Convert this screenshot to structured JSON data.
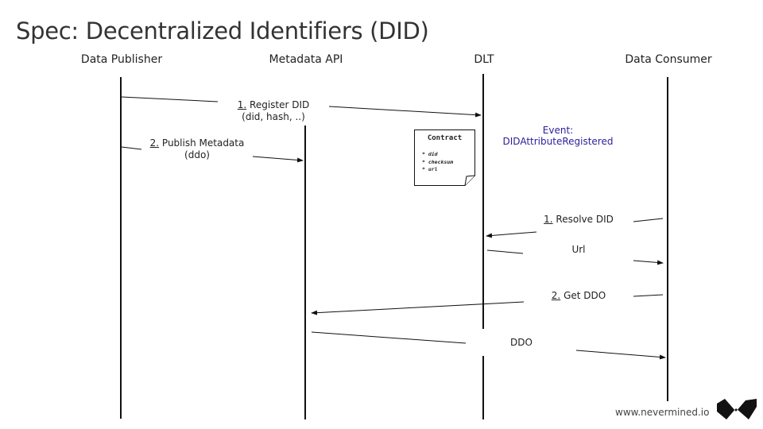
{
  "title": "Spec: Decentralized Identifiers (DID)",
  "actors": [
    {
      "id": "publisher",
      "label": "Data Publisher"
    },
    {
      "id": "metadata",
      "label": "Metadata API"
    },
    {
      "id": "dlt",
      "label": "DLT"
    },
    {
      "id": "consumer",
      "label": "Data Consumer"
    }
  ],
  "messages": {
    "register_did": {
      "num": "1.",
      "label": "Register DID",
      "detail": "(did, hash, ..)"
    },
    "publish_metadata": {
      "num": "2.",
      "label": "Publish Metadata",
      "detail": "(ddo)"
    },
    "resolve_did": {
      "num": "1.",
      "label": "Resolve DID"
    },
    "url": {
      "label": "Url"
    },
    "get_ddo": {
      "num": "2.",
      "label": "Get DDO"
    },
    "ddo": {
      "label": "DDO"
    }
  },
  "event": {
    "line1": "Event:",
    "line2": "DIDAttributeRegistered",
    "color": "#2b1d9b"
  },
  "contract": {
    "title": "Contract",
    "fields": [
      "* did",
      "* checksum",
      "* url"
    ]
  },
  "footer": {
    "url": "www.nevermined.io"
  },
  "logo": {
    "icon": "nevermined-logo"
  }
}
